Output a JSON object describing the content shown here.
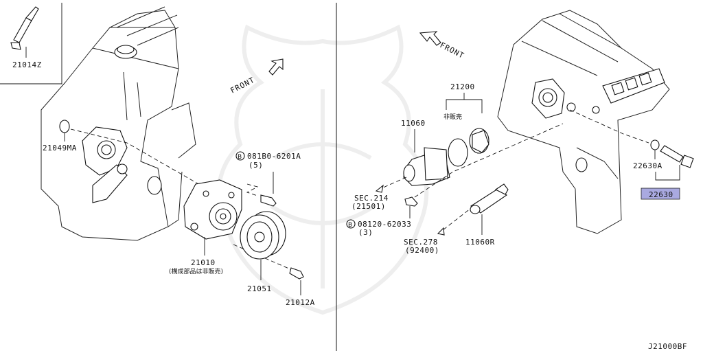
{
  "labels": {
    "part_21014z": "21014Z",
    "part_21049ma": "21049MA",
    "front_left": "FRONT",
    "bolt_code_left": "081B0-6201A",
    "bolt_qty_left": "(5)",
    "bolt_prefix_left": "B",
    "part_21010": "21010",
    "part_21010_note": "(構成部品は非販売)",
    "part_21051": "21051",
    "part_21012a": "21012A",
    "front_right": "FRONT",
    "part_21200": "21200",
    "not_for_sale": "非販売",
    "part_11060": "11060",
    "sec_214": "SEC.214",
    "sec_214_sub": "(21501)",
    "bolt_prefix_right": "B",
    "bolt_code_right": "08120-62033",
    "bolt_qty_right": "(3)",
    "sec_278": "SEC.278",
    "sec_278_sub": "(92400)",
    "part_11060r": "11060R",
    "part_22630a": "22630A",
    "part_22630": "22630",
    "diagram_code": "J21000BF"
  },
  "colors": {
    "highlight": "#a9a9e0",
    "line": "#111111",
    "watermark": "#eeeeee"
  }
}
